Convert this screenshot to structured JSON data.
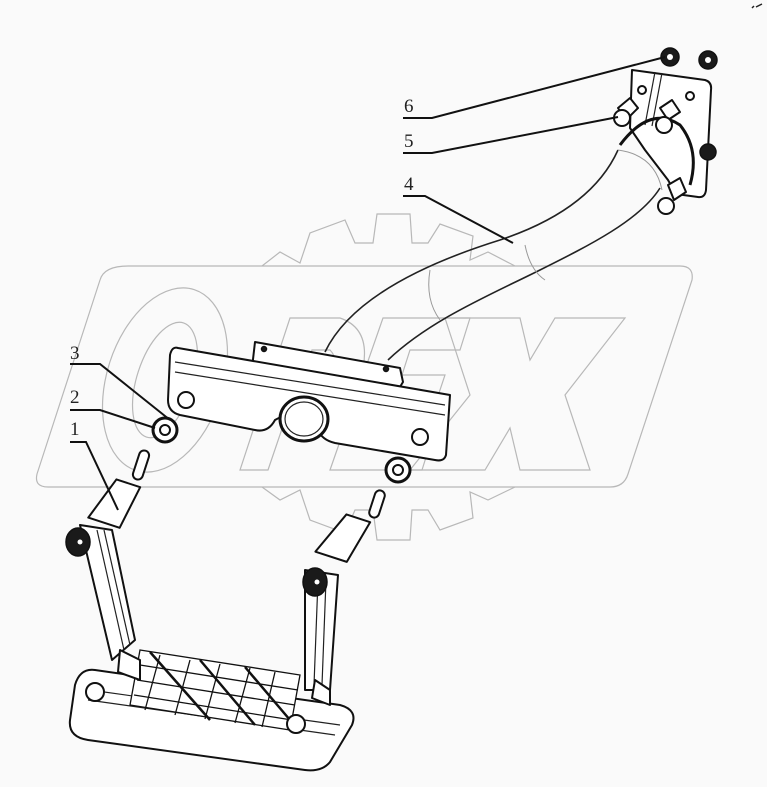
{
  "diagram": {
    "title": "",
    "type": "exploded parts diagram",
    "watermark": {
      "text": "OPEX",
      "shape": "gear-outline-with-rounded-plate",
      "color": "#b8b8b8"
    },
    "colors": {
      "background": "#fafafa",
      "line": "#111111",
      "watermark": "#b8b8b8"
    },
    "callouts": [
      {
        "number": "1",
        "label": "1",
        "target": "step-support-arm"
      },
      {
        "number": "2",
        "label": "2",
        "target": "washer"
      },
      {
        "number": "3",
        "label": "3",
        "target": "mounting-bracket"
      },
      {
        "number": "4",
        "label": "4",
        "target": "curved-tube"
      },
      {
        "number": "5",
        "label": "5",
        "target": "bolt"
      },
      {
        "number": "6",
        "label": "6",
        "target": "nut"
      }
    ],
    "parts": [
      "footstep-plate",
      "left-support-arm",
      "right-support-arm",
      "mounting-bracket",
      "curved-tube",
      "flange-plate",
      "bolts",
      "nuts",
      "washers"
    ],
    "corner_mark": "✓"
  }
}
